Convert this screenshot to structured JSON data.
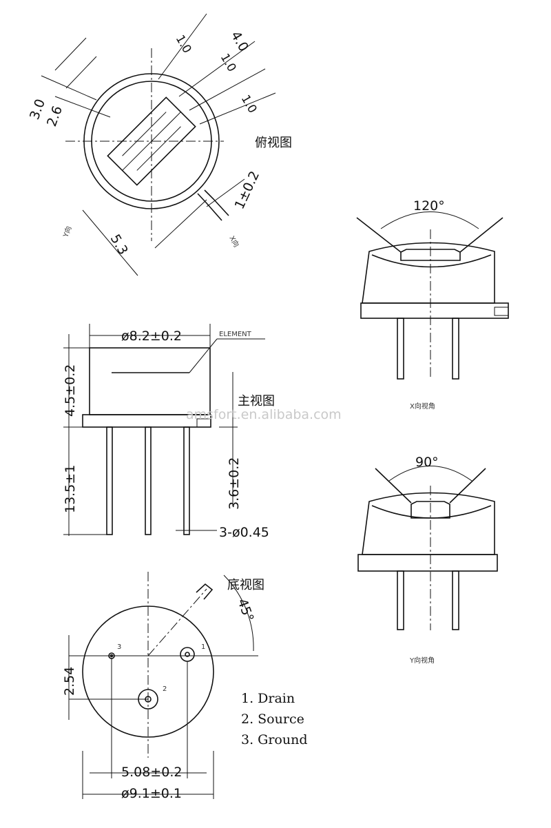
{
  "top_view": {
    "label": "俯视图",
    "dims": {
      "d30": "3.0",
      "d26": "2.6",
      "d10a": "1.0",
      "d40": "4.0",
      "d10b": "1.0",
      "d10c": "1.0",
      "d1": "1±0.2",
      "d53": "5.3"
    },
    "y_dir": "Y向",
    "x_dir": "X向"
  },
  "main_view": {
    "label": "主视图",
    "element": "ELEMENT",
    "dims": {
      "dia": "ø8.2±0.2",
      "h45": "4.5±0.2",
      "h135": "13.5±1",
      "h36": "3.6±0.2",
      "pins": "3-ø0.45"
    }
  },
  "bottom_view": {
    "label": "底视图",
    "dims": {
      "angle": "45°",
      "d254": "2.54",
      "d508": "5.08±0.2",
      "dia": "ø9.1±0.1"
    },
    "pin_nums": [
      "3",
      "1",
      "2"
    ]
  },
  "pin_list": [
    "1.  Drain",
    "2.  Source",
    "3.  Ground"
  ],
  "x_view": {
    "angle": "120°",
    "caption": "X向视角"
  },
  "y_view": {
    "angle": "90°",
    "caption": "Y向视角"
  },
  "watermark": "amsfort.en.alibaba.com"
}
